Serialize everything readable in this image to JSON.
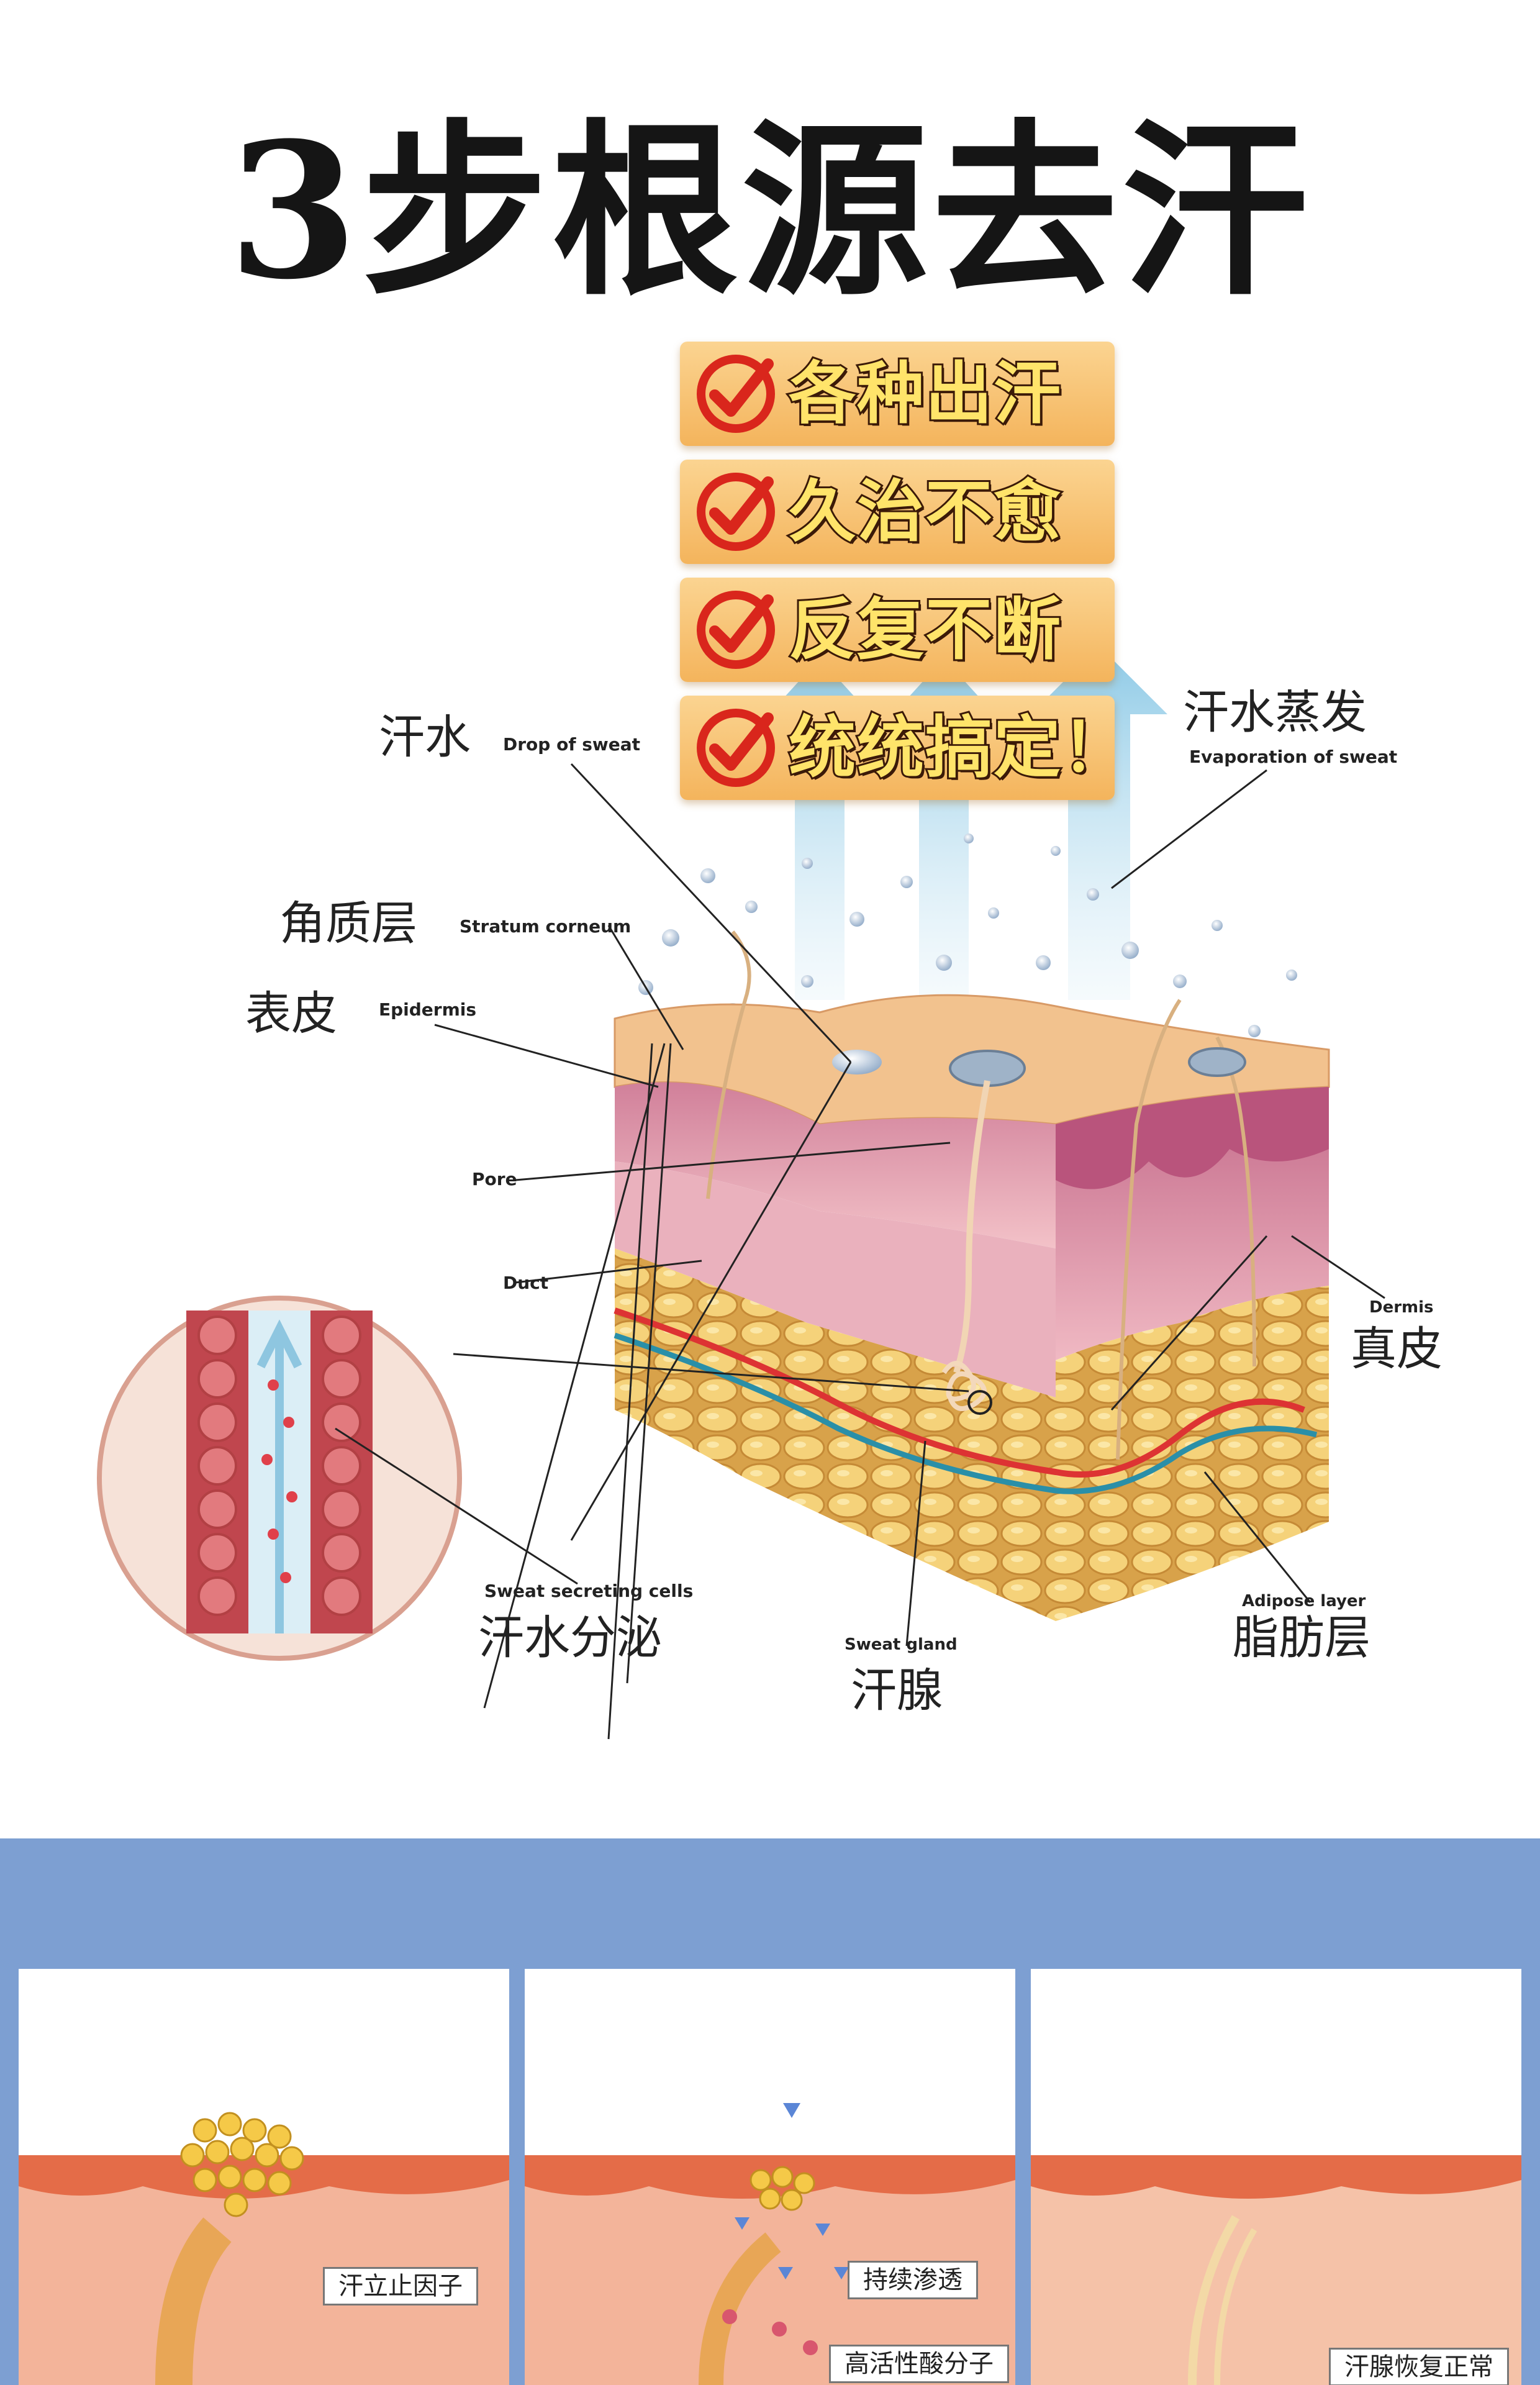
{
  "title": "3步根源去汗",
  "badges": [
    {
      "text": "各种出汗",
      "icon": "checkmark-circle-icon"
    },
    {
      "text": "久治不愈",
      "icon": "checkmark-circle-icon"
    },
    {
      "text": "反复不断",
      "icon": "checkmark-circle-icon"
    },
    {
      "text": "统统搞定！",
      "icon": "checkmark-circle-icon"
    }
  ],
  "labels": {
    "sweat": {
      "cn": "汗水",
      "en": "Drop of sweat"
    },
    "evaporation": {
      "cn": "汗水蒸发",
      "en": "Evaporation of sweat"
    },
    "stratum": {
      "cn": "角质层",
      "en": "Stratum corneum"
    },
    "epidermis": {
      "cn": "表皮",
      "en": "Epidermis"
    },
    "pore": {
      "en": "Pore"
    },
    "duct": {
      "en": "Duct"
    },
    "dermis": {
      "cn": "真皮",
      "en": "Dermis"
    },
    "secreting": {
      "cn": "汗水分泌",
      "en": "Sweat secreting cells"
    },
    "gland": {
      "cn": "汗腺",
      "en": "Sweat gland"
    },
    "adipose": {
      "cn": "脂肪层",
      "en": "Adipose layer"
    }
  },
  "panels": [
    {
      "tag": "汗立止因子"
    },
    {
      "tag1": "持续渗透",
      "tag2": "高活性酸分子"
    },
    {
      "tag": "汗腺恢复正常"
    }
  ],
  "colors": {
    "badge": "#f4b45c",
    "badge_text": "#ffe46a",
    "check": "#d9261c",
    "band": "#7d9fd2",
    "skin_top": "#f6c89a",
    "dermis": "#e8a3b0",
    "fat": "#f2c85e",
    "artery": "#d33",
    "vein": "#2a8fa8"
  }
}
